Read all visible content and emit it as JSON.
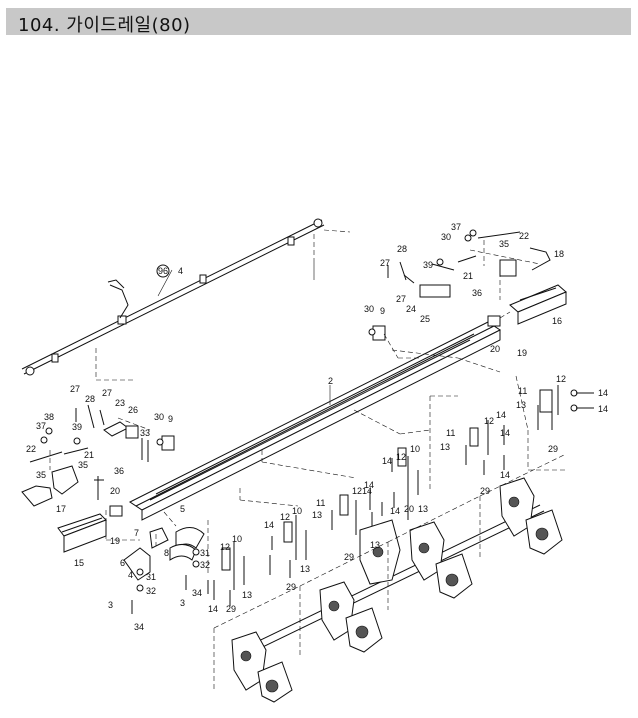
{
  "title": "104. 가이드레일(80)",
  "labels": [
    {
      "id": "l96",
      "text": "96"
    },
    {
      "id": "l4a",
      "text": "4"
    },
    {
      "id": "l37a",
      "text": "37"
    },
    {
      "id": "l30a",
      "text": "30"
    },
    {
      "id": "l22a",
      "text": "22"
    },
    {
      "id": "l35a",
      "text": "35"
    },
    {
      "id": "l18",
      "text": "18"
    },
    {
      "id": "l28a",
      "text": "28"
    },
    {
      "id": "l39a",
      "text": "39"
    },
    {
      "id": "l21a",
      "text": "21"
    },
    {
      "id": "l27a",
      "text": "27"
    },
    {
      "id": "l27b",
      "text": "27"
    },
    {
      "id": "l36a",
      "text": "36"
    },
    {
      "id": "l24",
      "text": "24"
    },
    {
      "id": "l25",
      "text": "25"
    },
    {
      "id": "l16",
      "text": "16"
    },
    {
      "id": "l30b",
      "text": "30"
    },
    {
      "id": "l9a",
      "text": "9"
    },
    {
      "id": "l20a",
      "text": "20"
    },
    {
      "id": "l19a",
      "text": "19"
    },
    {
      "id": "l2",
      "text": "2"
    },
    {
      "id": "l27c",
      "text": "27"
    },
    {
      "id": "l28b",
      "text": "28"
    },
    {
      "id": "l27d",
      "text": "27"
    },
    {
      "id": "l23",
      "text": "23"
    },
    {
      "id": "l26",
      "text": "26"
    },
    {
      "id": "l38",
      "text": "38"
    },
    {
      "id": "l37b",
      "text": "37"
    },
    {
      "id": "l39b",
      "text": "39"
    },
    {
      "id": "l22b",
      "text": "22"
    },
    {
      "id": "l21b",
      "text": "21"
    },
    {
      "id": "l35b",
      "text": "35"
    },
    {
      "id": "l35c",
      "text": "35"
    },
    {
      "id": "l36b",
      "text": "36"
    },
    {
      "id": "l33",
      "text": "33"
    },
    {
      "id": "l30c",
      "text": "30"
    },
    {
      "id": "l9b",
      "text": "9"
    },
    {
      "id": "l17",
      "text": "17"
    },
    {
      "id": "l20b",
      "text": "20"
    },
    {
      "id": "l15",
      "text": "15"
    },
    {
      "id": "l19b",
      "text": "19"
    },
    {
      "id": "l7",
      "text": "7"
    },
    {
      "id": "l6",
      "text": "6"
    },
    {
      "id": "l4b",
      "text": "4"
    },
    {
      "id": "l31a",
      "text": "31"
    },
    {
      "id": "l32a",
      "text": "32"
    },
    {
      "id": "l3a",
      "text": "3"
    },
    {
      "id": "l34a",
      "text": "34"
    },
    {
      "id": "l5",
      "text": "5"
    },
    {
      "id": "l8",
      "text": "8"
    },
    {
      "id": "l31b",
      "text": "31"
    },
    {
      "id": "l32b",
      "text": "32"
    },
    {
      "id": "l3b",
      "text": "3"
    },
    {
      "id": "l34b",
      "text": "34"
    },
    {
      "id": "l11a",
      "text": "11"
    },
    {
      "id": "l12a",
      "text": "12"
    },
    {
      "id": "l14a",
      "text": "14"
    },
    {
      "id": "l14b",
      "text": "14"
    },
    {
      "id": "l13a",
      "text": "13"
    },
    {
      "id": "l29a",
      "text": "29"
    },
    {
      "id": "l11b",
      "text": "11"
    },
    {
      "id": "l12b",
      "text": "12"
    },
    {
      "id": "l14c",
      "text": "14"
    },
    {
      "id": "l13b",
      "text": "13"
    },
    {
      "id": "l29b",
      "text": "29"
    },
    {
      "id": "l14d",
      "text": "14"
    },
    {
      "id": "l14e",
      "text": "14"
    },
    {
      "id": "l10a",
      "text": "10"
    },
    {
      "id": "l12c",
      "text": "12"
    },
    {
      "id": "l14f",
      "text": "14"
    },
    {
      "id": "l20c",
      "text": "20"
    },
    {
      "id": "l13c",
      "text": "13"
    },
    {
      "id": "l11c",
      "text": "11"
    },
    {
      "id": "l12d",
      "text": "12"
    },
    {
      "id": "l14g",
      "text": "14"
    },
    {
      "id": "l13d",
      "text": "13"
    },
    {
      "id": "l29c",
      "text": "29"
    },
    {
      "id": "l14h",
      "text": "14"
    },
    {
      "id": "l14i",
      "text": "14"
    },
    {
      "id": "l12e",
      "text": "12"
    },
    {
      "id": "l10b",
      "text": "10"
    },
    {
      "id": "l14j",
      "text": "14"
    },
    {
      "id": "l29d",
      "text": "29"
    },
    {
      "id": "l13e",
      "text": "13"
    },
    {
      "id": "l12f",
      "text": "12"
    },
    {
      "id": "l10c",
      "text": "10"
    },
    {
      "id": "l14k",
      "text": "14"
    },
    {
      "id": "l29e",
      "text": "29"
    },
    {
      "id": "l13f",
      "text": "13"
    },
    {
      "id": "l13g",
      "text": "13"
    }
  ]
}
